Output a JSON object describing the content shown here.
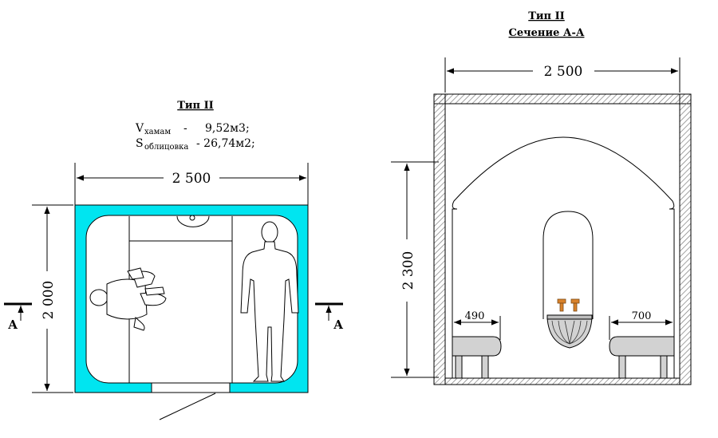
{
  "plan": {
    "title": "Тип II",
    "params": {
      "v_symbol": "V",
      "v_subscript": "хамам",
      "v_value": "-     9,52м3;",
      "s_symbol": "S",
      "s_subscript": "облицовка",
      "s_value": "- 26,74м2;"
    },
    "width_dim": "2 500",
    "height_dim": "2 000",
    "section_mark_left": "А",
    "section_mark_right": "А"
  },
  "section": {
    "title": "Тип II",
    "subtitle": "Сечение А-А",
    "width_dim": "2 500",
    "height_dim": "2 300",
    "bench_left_dim": "490",
    "bench_right_dim": "700"
  },
  "colors": {
    "tile": "#00e5f0",
    "bench": "#d2d2d2",
    "tap": "#d9822b",
    "hatch": "#7a7a7a",
    "line": "#000000"
  }
}
